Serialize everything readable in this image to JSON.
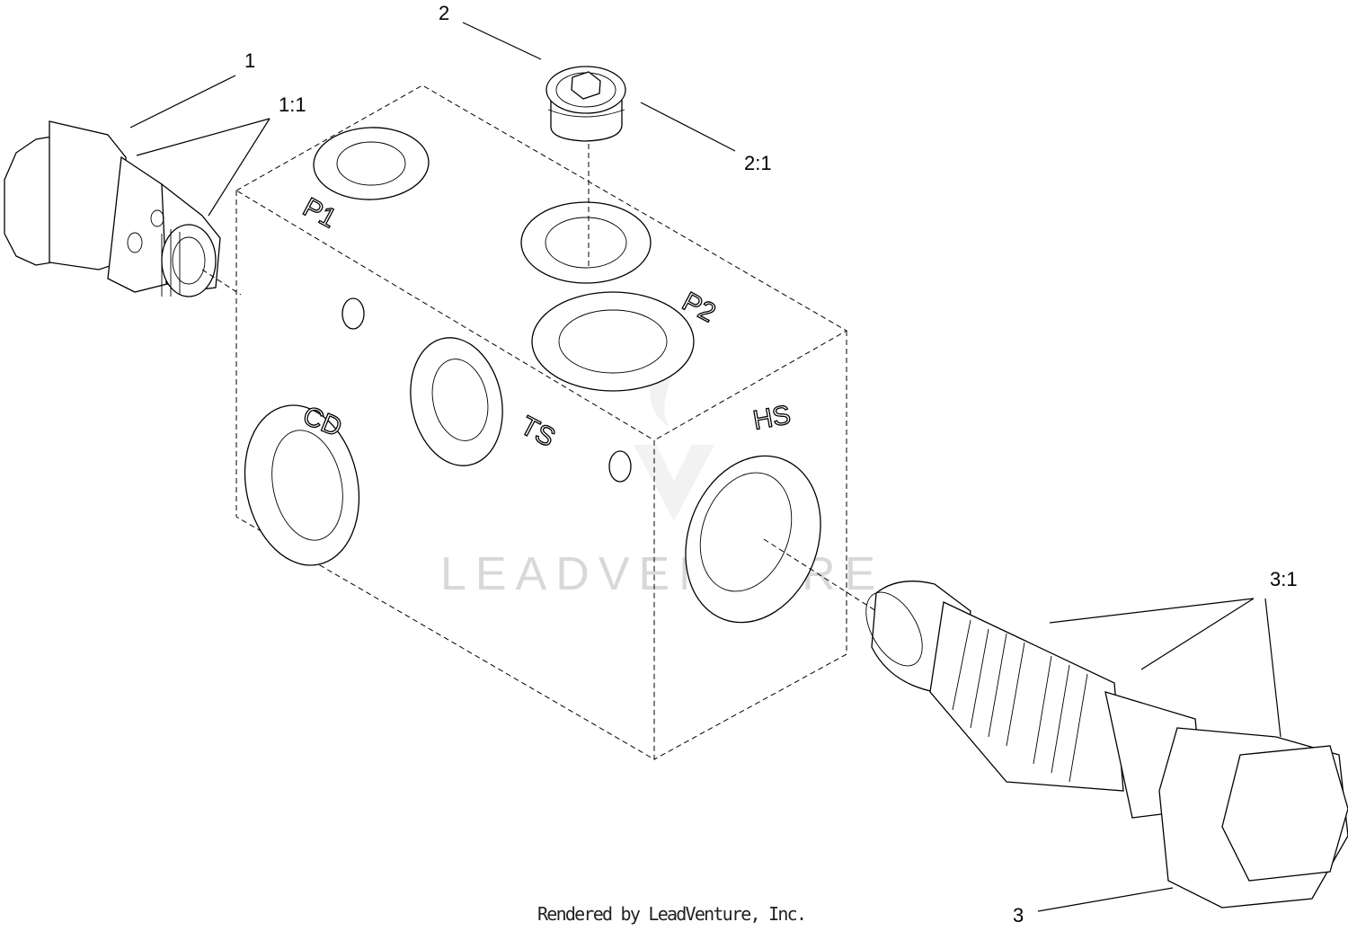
{
  "callouts": {
    "c1": "1",
    "c1_1": "1:1",
    "c2": "2",
    "c2_1": "2:1",
    "c3": "3",
    "c3_1": "3:1"
  },
  "ports": {
    "p1": "P1",
    "p2": "P2",
    "cd": "CD",
    "ts": "TS",
    "hs": "HS"
  },
  "watermark": "LEADVENTURE",
  "credit": "Rendered by LeadVenture, Inc."
}
